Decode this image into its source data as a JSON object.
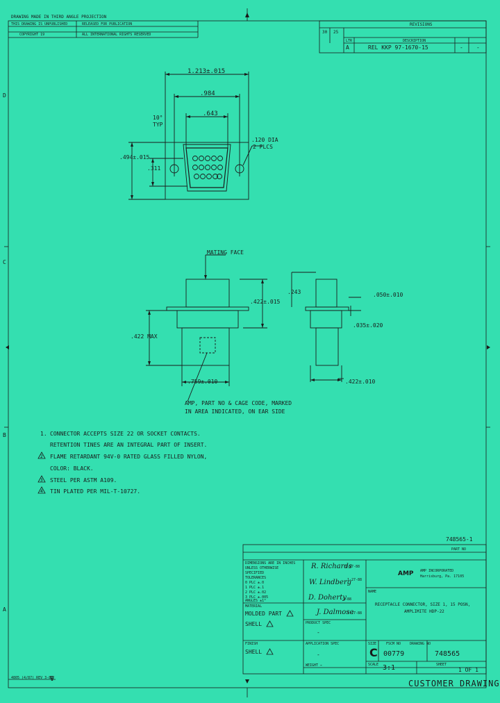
{
  "header": {
    "drawing_made_in": "DRAWING MADE IN THIRD ANGLE PROJECTION",
    "controlled": "THIS DRAWING IS UNPUBLISHED",
    "copyright": "COPYRIGHT 19",
    "release": "RELEASED FOR PUBLICATION",
    "rights": "ALL INTERNATIONAL RIGHTS RESERVED"
  },
  "revisions": {
    "title": "REVISIONS",
    "col_ltr": "LTR",
    "col_desc": "DESCRIPTION",
    "row_ltr": "A",
    "row_desc": "REL KKP 97-1670-15",
    "loc_a": "30",
    "loc_b": "25",
    "dash": "-"
  },
  "dimensions": {
    "overall_width": "1.213±.015",
    "hole_spacing": ".984",
    "shell_width": ".643",
    "angle": "10°",
    "typ": "TYP",
    "hole_dia": ".120 DIA",
    "hole_count": "2 PLCS",
    "height_total": ".494±.015",
    "height_shell": ".311",
    "mating_face": "MATING FACE",
    "max_height": ".422 MAX",
    "shell_depth": ".422±.015",
    "width_bottom": ".759±.010",
    "right_243": ".243",
    "right_050": ".050±.010",
    "right_035": ".035±.020",
    "right_422": ".422±.010",
    "marking_1": "AMP, PART NO & CAGE CODE, MARKED",
    "marking_2": "IN AREA INDICATED, ON EAR SIDE"
  },
  "notes": [
    {
      "num": "1.",
      "text": "CONNECTOR ACCEPTS SIZE 22 OR SOCKET CONTACTS."
    },
    {
      "num": "",
      "text": "RETENTION TINES ARE AN INTEGRAL PART OF INSERT."
    },
    {
      "num": "2",
      "text": "FLAME RETARDANT 94V-0 RATED GLASS FILLED NYLON,"
    },
    {
      "num": "",
      "text": "COLOR: BLACK."
    },
    {
      "num": "3",
      "text": "STEEL PER ASTM A109."
    },
    {
      "num": "4",
      "text": "TIN PLATED PER MIL-T-10727."
    }
  ],
  "title_block": {
    "part_number": "748565-1",
    "part_no_label": "PART NO",
    "tol_1": "DIMENSIONS ARE IN INCHES",
    "tol_2": "UNLESS OTHERWISE",
    "tol_3": "SPECIFIED",
    "tol_4": "TOLERANCES",
    "tol_5": "0 PLC ±.0",
    "tol_6": "1 PLC ±.1",
    "tol_7": "2 PLC ±.02",
    "tol_8": "3 PLC ±.005",
    "tol_9": "ANGLES ±1°",
    "material": "MATERIAL",
    "material_molded": "MOLDED PART",
    "material_shell": "SHELL",
    "finish": "FINISH",
    "finish_shell": "SHELL",
    "sig_1": "R. Richards",
    "sig_1_date": "1-27-88",
    "sig_2": "W. Lindberg",
    "sig_2_date": "1-27-88",
    "sig_3": "D. Doherty",
    "sig_3_date": "2-88",
    "sig_4": "J. Dalmose",
    "sig_4_date": "1-27-88",
    "product_spec": "PRODUCT SPEC",
    "app_spec": "APPLICATION SPEC",
    "weight": "WEIGHT",
    "company": "AMP INCORPORATED",
    "city": "Harrisburg, Pa. 17105",
    "logo": "AMP",
    "name_label": "NAME",
    "name_1": "RECEPTACLE CONNECTOR, SIZE 1, 15 POSN,",
    "name_2": "AMPLIMITE HDP-22",
    "size": "C",
    "size_label": "SIZE",
    "cage": "00779",
    "cage_label": "FSCM NO",
    "dwg": "748565",
    "dwg_label": "DRAWING NO",
    "scale": "3:1",
    "scale_label": "SCALE",
    "sheet": "1 OF 1",
    "sheet_label": "SHEET",
    "customer": "CUSTOMER DRAWING",
    "form": "4805 (4/87) REV 3-87"
  },
  "zones": {
    "d": "D",
    "c": "C",
    "b": "B",
    "a": "A"
  }
}
